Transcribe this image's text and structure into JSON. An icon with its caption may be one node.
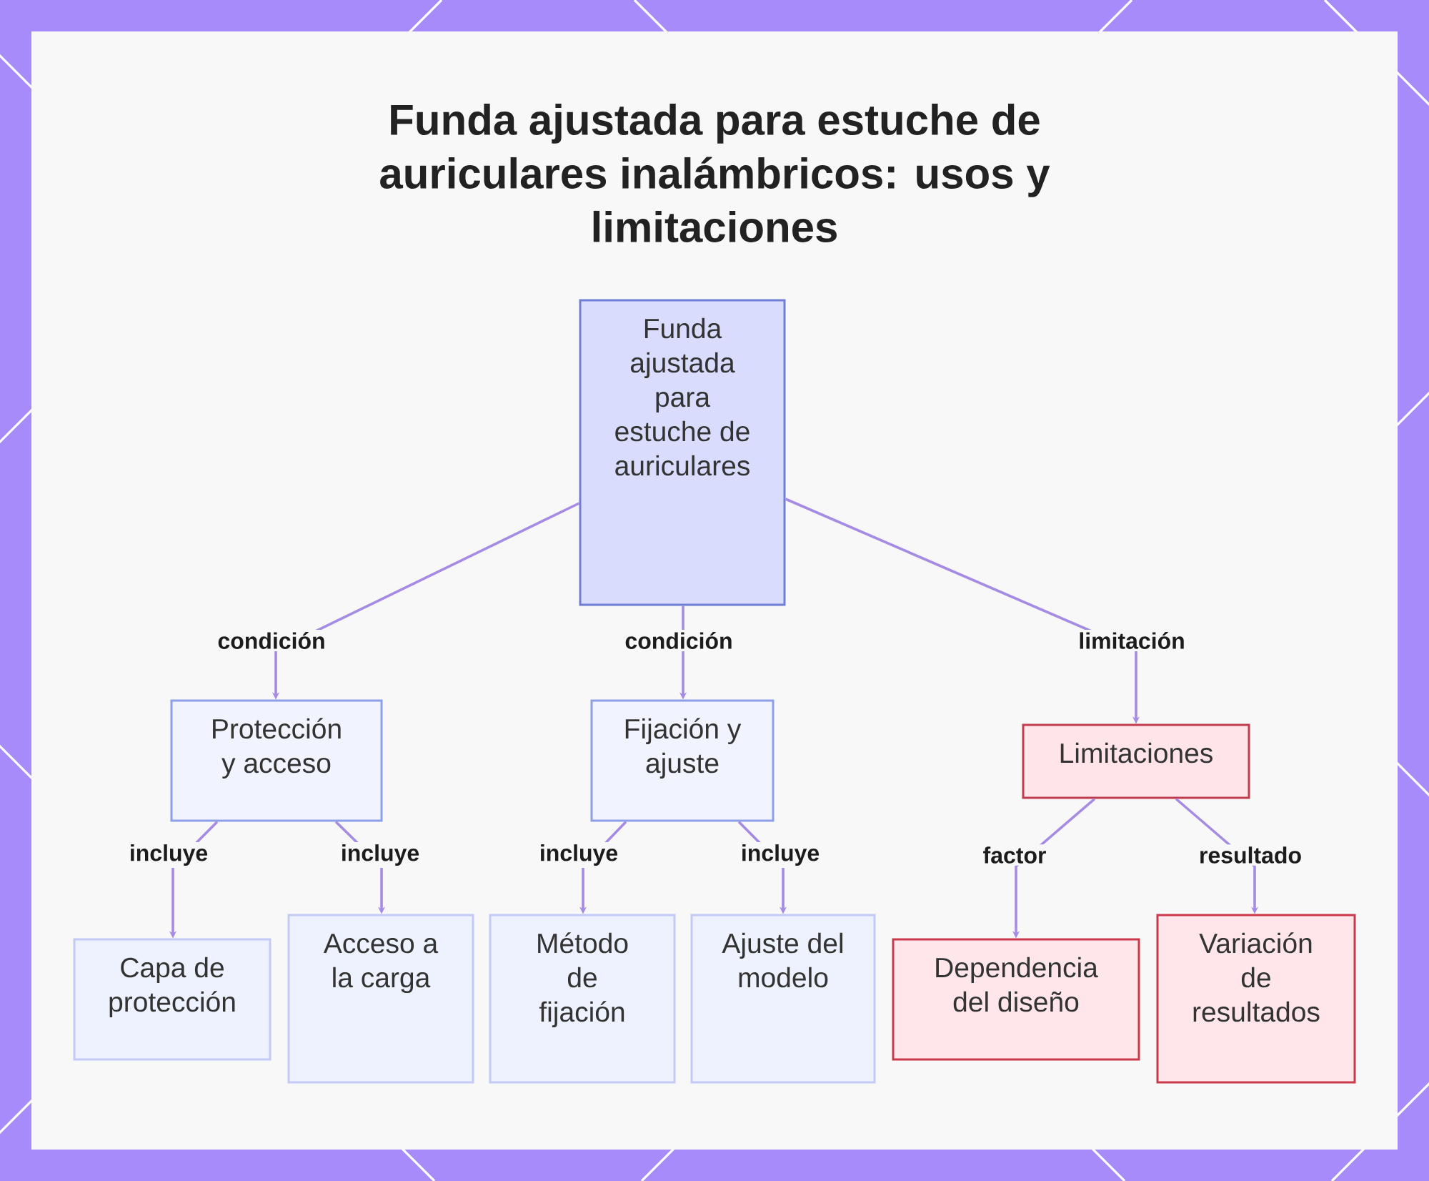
{
  "diagram": {
    "title": "Funda ajustada para estuche de auriculares inalámbricos: usos y limitaciones",
    "nodes": [
      {
        "text": [
          "Funda ajustada para estuche de auriculares"
        ]
      },
      {
        "text": [
          "Protección y acceso"
        ]
      },
      {
        "text": [
          "Fijación y ajuste"
        ]
      },
      {
        "text": [
          "Limitaciones"
        ]
      },
      {
        "text": [
          "Capa de protección"
        ]
      },
      {
        "text": [
          "Acceso a la carga"
        ]
      },
      {
        "text": [
          "Método de fijación"
        ]
      },
      {
        "text": [
          "Ajuste del modelo"
        ]
      },
      {
        "text": [
          "Dependencia del diseño"
        ]
      },
      {
        "text": [
          "Variación de resultados"
        ]
      }
    ],
    "edges": [
      {
        "from": 0,
        "to": 1,
        "arrow": "to",
        "label": "condición"
      },
      {
        "from": 0,
        "to": 2,
        "arrow": "to",
        "label": "condición"
      },
      {
        "from": 0,
        "to": 3,
        "arrow": "to",
        "label": "limitación"
      },
      {
        "from": 1,
        "to": 4,
        "arrow": "to",
        "label": "incluye"
      },
      {
        "from": 1,
        "to": 5,
        "arrow": "to",
        "label": "incluye"
      },
      {
        "from": 2,
        "to": 6,
        "arrow": "to",
        "label": "incluye"
      },
      {
        "from": 2,
        "to": 7,
        "arrow": "to",
        "label": "incluye"
      },
      {
        "from": 3,
        "to": 8,
        "arrow": "to",
        "label": "factor"
      },
      {
        "from": 3,
        "to": 9,
        "arrow": "to",
        "label": "resultado"
      }
    ]
  }
}
